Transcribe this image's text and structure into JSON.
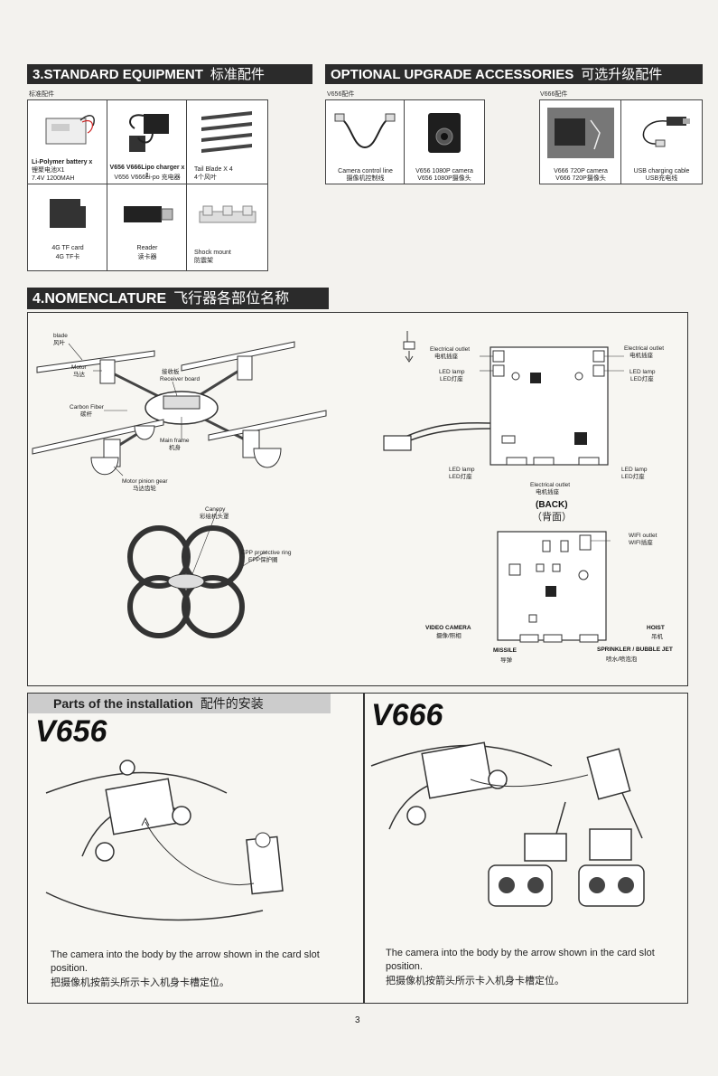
{
  "std_equipment": {
    "title": "3.STANDARD EQUIPMENT",
    "title_zh": "标准配件",
    "sub": "标准配件",
    "items": [
      {
        "l1": "Li-Polymer battery x",
        "l2": "锂聚电池X1",
        "l3": "7.4V 1200MAH"
      },
      {
        "l1": "V656 V666Lipo charger x 1",
        "l2": "V656 V666Li-po 充电器",
        "l3": ""
      },
      {
        "l1": "Tail Blade X 4",
        "l2": "4个风叶",
        "l3": ""
      },
      {
        "l1": "4G TF card",
        "l2": "4G TF卡",
        "l3": ""
      },
      {
        "l1": "Reader",
        "l2": "读卡器",
        "l3": ""
      },
      {
        "l1": "Shock mount",
        "l2": "防震架",
        "l3": ""
      }
    ]
  },
  "optional": {
    "title": "OPTIONAL UPGRADE ACCESSORIES",
    "title_zh": "可选升级配件",
    "sub_v656": "V656配件",
    "sub_v666": "V666配件",
    "items": [
      {
        "l1": "Camera control line",
        "l2": "摄像机控制线"
      },
      {
        "l1": "V656 1080P camera",
        "l2": "V656 1080P摄像头"
      },
      {
        "l1": "V666 720P camera",
        "l2": "V666 720P摄像头"
      },
      {
        "l1": "USB charging cable",
        "l2": "USB充电线"
      }
    ]
  },
  "nomenclature": {
    "title": "4.NOMENCLATURE",
    "title_zh": "飞行器各部位名称",
    "labels": {
      "blade": "blade",
      "blade_zh": "风叶",
      "motor": "Motor",
      "motor_zh": "马达",
      "receiver": "Receiver board",
      "receiver_zh": "接收板",
      "carbon": "Carbon Fiber",
      "carbon_zh": "碳杆",
      "mainframe": "Main frame",
      "mainframe_zh": "机身",
      "gear": "Motor pinion gear",
      "gear_zh": "马达齿轮",
      "canopy": "Canopy",
      "canopy_zh": "彩绘机头罩",
      "epp": "EPP protective ring",
      "epp_zh": "EPP保护圈"
    },
    "board": {
      "elec1": "Electrical outlet",
      "elec1_zh": "电机插座",
      "elec2": "Electrical outlet",
      "elec2_zh": "电机插座",
      "led1": "LED lamp",
      "led1_zh": "LED灯座",
      "led2": "LED lamp",
      "led2_zh": "LED灯座",
      "led3": "LED lamp",
      "led3_zh": "LED灯座",
      "led4": "LED lamp",
      "led4_zh": "LED灯座",
      "elec3": "Electrical outlet",
      "elec3_zh": "电机插座",
      "back": "(BACK)",
      "back_zh": "（背面）",
      "wifi": "WIFI outlet",
      "wifi_zh": "WIFI插座",
      "video": "VIDEO CAMERA",
      "video_zh": "摄像/照相",
      "hoist": "HOIST",
      "hoist_zh": "吊机",
      "missile": "MISSILE",
      "missile_zh": "导弹",
      "sprinkler": "SPRINKLER / BUBBLE JET",
      "sprinkler_zh": "喷水/喷泡泡"
    }
  },
  "install": {
    "title": "Parts of the installation",
    "title_zh": "配件的安装",
    "left_model": "V656",
    "right_model": "V666",
    "left_text_en": "The camera into the body by the arrow shown in the card slot position.",
    "left_text_zh": "把摄像机按箭头所示卡入机身卡槽定位。",
    "right_text_en": "The camera into the body by the arrow shown in the card slot position.",
    "right_text_zh": "把摄像机按箭头所示卡入机身卡槽定位。"
  },
  "page_number": "3"
}
